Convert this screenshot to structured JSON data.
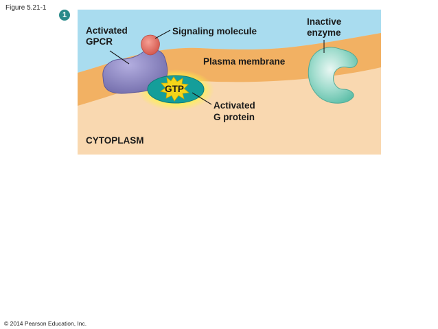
{
  "figure": {
    "label": "Figure 5.21-1",
    "step": "1",
    "copyright": "© 2014 Pearson Education, Inc."
  },
  "labels": {
    "activated_gpcr_line1": "Activated",
    "activated_gpcr_line2": "GPCR",
    "signaling_molecule": "Signaling molecule",
    "inactive_enzyme_line1": "Inactive",
    "inactive_enzyme_line2": "enzyme",
    "plasma_membrane": "Plasma membrane",
    "gtp": "GTP",
    "activated_g_protein_line1": "Activated",
    "activated_g_protein_line2": "G protein",
    "cytoplasm": "CYTOPLASM"
  },
  "colors": {
    "extracellular": "#a9dcef",
    "membrane": "#f2b163",
    "cytoplasm": "#f9d8b0",
    "gpcr": "#8b86c2",
    "signaling_molecule": "#e3685c",
    "g_protein": "#159e9a",
    "gtp_star": "#f5d51a",
    "glow": "#fff34a",
    "enzyme": "#7fd0bf",
    "badge": "#2a8a8a"
  }
}
